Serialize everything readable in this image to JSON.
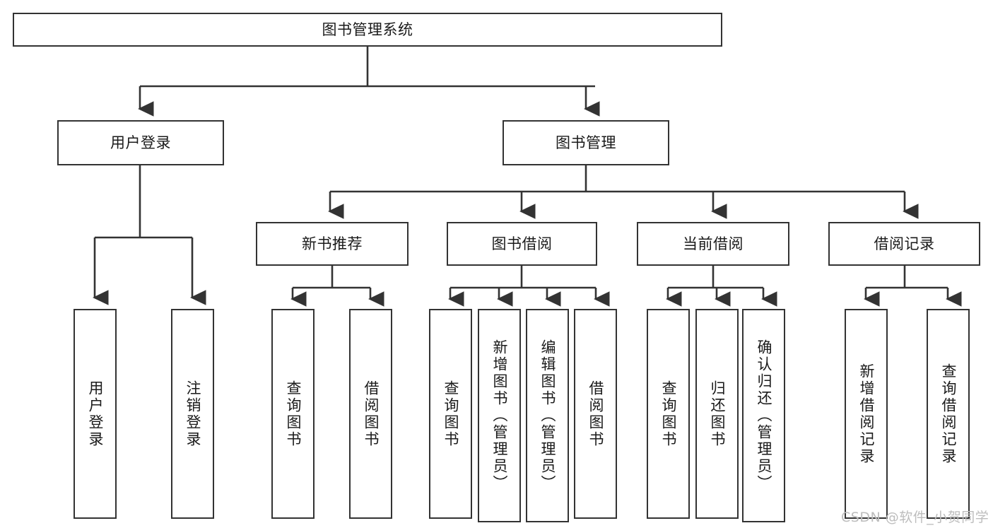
{
  "diagram": {
    "type": "tree-hierarchy",
    "title": "图书管理系统",
    "watermark": "CSDN @软件_小贺同学",
    "colors": {
      "box_border": "#333333",
      "box_fill": "#ffffff",
      "connector": "#333333",
      "text": "#1a1a1a",
      "watermark": "#bdbdbd",
      "background": "#ffffff"
    },
    "levels": {
      "root": {
        "label": "图书管理系统"
      },
      "level2": [
        {
          "label": "用户登录"
        },
        {
          "label": "图书管理"
        }
      ],
      "level3": [
        {
          "label": "新书推荐"
        },
        {
          "label": "图书借阅"
        },
        {
          "label": "当前借阅"
        },
        {
          "label": "借阅记录"
        }
      ],
      "leaves": {
        "user_login": [
          {
            "label": "用户登录"
          },
          {
            "label": "注销登录"
          }
        ],
        "new_book_recommend": [
          {
            "label": "查询图书"
          },
          {
            "label": "借阅图书"
          }
        ],
        "book_borrow": [
          {
            "label": "查询图书"
          },
          {
            "label": "新增图书（管理员）"
          },
          {
            "label": "编辑图书（管理员）"
          },
          {
            "label": "借阅图书"
          }
        ],
        "current_borrow": [
          {
            "label": "查询图书"
          },
          {
            "label": "归还图书"
          },
          {
            "label": "确认归还（管理员）"
          }
        ],
        "borrow_record": [
          {
            "label": "新增借阅记录"
          },
          {
            "label": "查询借阅记录"
          }
        ]
      }
    }
  }
}
